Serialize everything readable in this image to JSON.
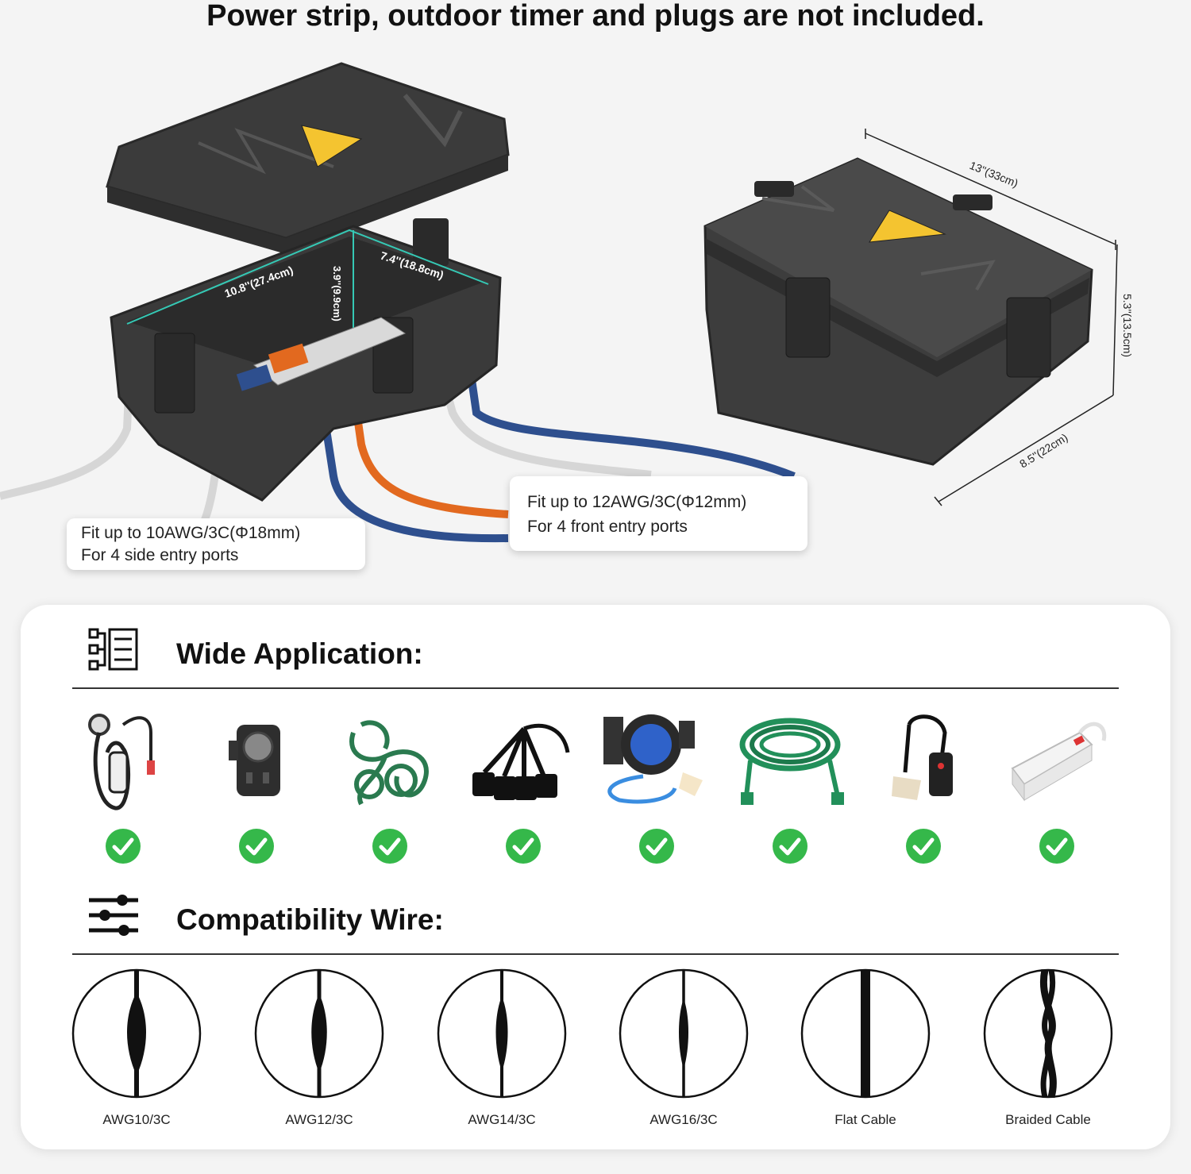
{
  "banner": {
    "text": "Power strip,  outdoor timer and plugs are not included."
  },
  "open_box": {
    "dim_length": "10.8''(27.4cm)",
    "dim_width": "7.4''(18.8cm)",
    "dim_height": "3.9''(9.9cm)"
  },
  "closed_box": {
    "dim_length": "13''(33cm)",
    "dim_height": "5.3''(13.5cm)",
    "dim_width": "8.5''(22cm)"
  },
  "callouts": {
    "side": {
      "line1": "Fit up to 10AWG/3C(Φ18mm)",
      "line2": "For 4 side entry ports"
    },
    "front": {
      "line1": "Fit up to 12AWG/3C(Φ12mm)",
      "line2": "For 4 front entry ports"
    }
  },
  "wide_application": {
    "title": "Wide Application:",
    "items": [
      {
        "icon": "ev-charger-icon"
      },
      {
        "icon": "outdoor-timer-icon"
      },
      {
        "icon": "splitter-cord-icon"
      },
      {
        "icon": "multi-outlet-cord-icon"
      },
      {
        "icon": "cord-reel-icon"
      },
      {
        "icon": "coiled-extension-cord-icon"
      },
      {
        "icon": "gfci-cord-icon"
      },
      {
        "icon": "power-strip-icon"
      }
    ],
    "check_color": "#35b84a"
  },
  "compatibility_wire": {
    "title": "Compatibility Wire:",
    "items": [
      {
        "label": "AWG10/3C"
      },
      {
        "label": "AWG12/3C"
      },
      {
        "label": "AWG14/3C"
      },
      {
        "label": "AWG16/3C"
      },
      {
        "label": "Flat Cable"
      },
      {
        "label": "Braided Cable"
      }
    ]
  },
  "colors": {
    "box": "#3d3d3d",
    "box_light": "#4e4e4e",
    "orange": "#e2691f",
    "blue": "#2e4f8e",
    "gray_cable": "#d6d6d6",
    "teal": "#35c9b5",
    "warning": "#f4c430"
  }
}
